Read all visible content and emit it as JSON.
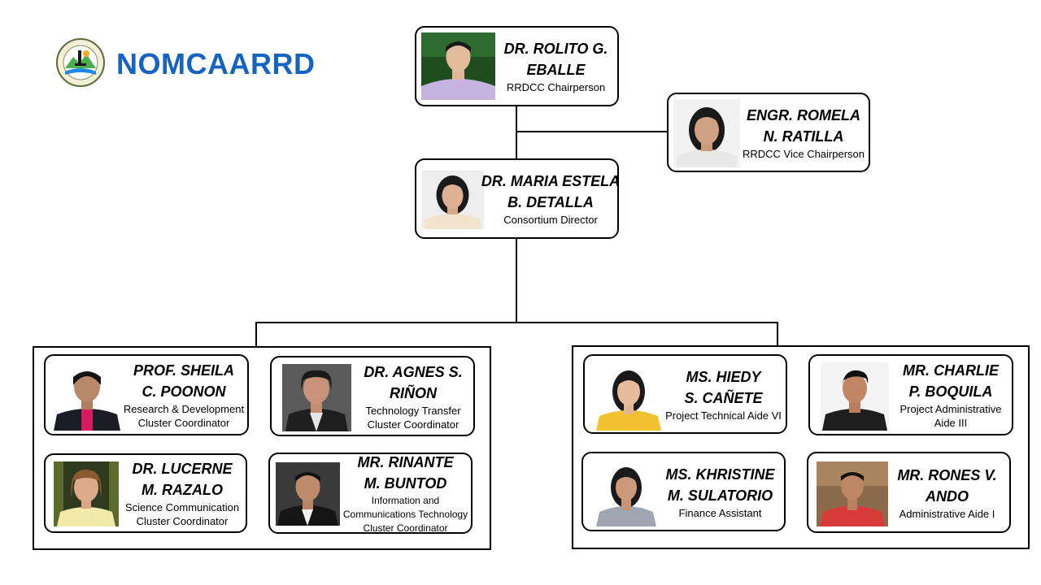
{
  "brand": {
    "name": "NOMCAARRD",
    "logo_icon": "nomcaarrd-seal-logo-icon"
  },
  "colors": {
    "brand_blue": "#1565c0",
    "line": "#000000"
  },
  "top": [
    {
      "id": "eballe",
      "name": [
        "DR. ROLITO G.",
        "EBALLE"
      ],
      "role": [
        "RRDCC Chairperson"
      ]
    },
    {
      "id": "ratilla",
      "name": [
        "ENGR. ROMELA",
        "N. RATILLA"
      ],
      "role": [
        "RRDCC Vice Chairperson"
      ]
    },
    {
      "id": "detalla",
      "name": [
        "DR. MARIA ESTELA",
        "B. DETALLA"
      ],
      "role": [
        "Consortium Director"
      ]
    }
  ],
  "left_group": [
    {
      "id": "poonon",
      "name": [
        "PROF. SHEILA",
        "C. POONON"
      ],
      "role": [
        "Research & Development",
        "Cluster Coordinator"
      ]
    },
    {
      "id": "rinon",
      "name": [
        "DR. AGNES S.",
        "RIÑON"
      ],
      "role": [
        "Technology Transfer",
        "Cluster Coordinator"
      ]
    },
    {
      "id": "razalo",
      "name": [
        "DR. LUCERNE",
        "M. RAZALO"
      ],
      "role": [
        "Science Communication",
        "Cluster Coordinator"
      ]
    },
    {
      "id": "buntod",
      "name": [
        "MR. RINANTE",
        "M. BUNTOD"
      ],
      "role": [
        "Information and",
        "Communications Technology",
        "Cluster Coordinator"
      ]
    }
  ],
  "right_group": [
    {
      "id": "canete",
      "name": [
        "MS. HIEDY",
        "S. CAÑETE"
      ],
      "role": [
        "Project Technical Aide VI"
      ]
    },
    {
      "id": "boquila",
      "name": [
        "MR. CHARLIE",
        "P. BOQUILA"
      ],
      "role": [
        "Project Administrative",
        "Aide III"
      ]
    },
    {
      "id": "sulatorio",
      "name": [
        "MS. KHRISTINE",
        "M. SULATORIO"
      ],
      "role": [
        "Finance Assistant"
      ]
    },
    {
      "id": "ando",
      "name": [
        "MR. RONES V.",
        "ANDO"
      ],
      "role": [
        "Administrative Aide I"
      ]
    }
  ]
}
